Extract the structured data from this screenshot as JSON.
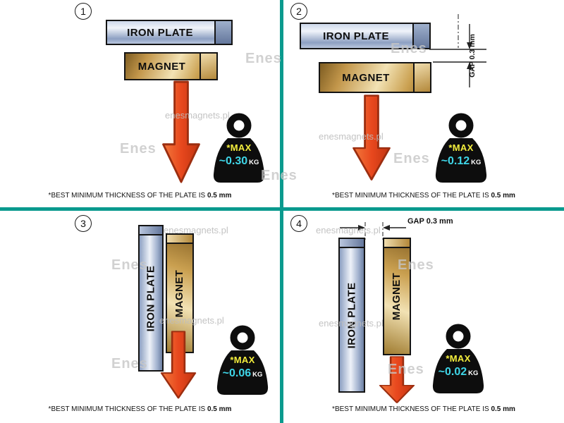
{
  "watermark": {
    "site": "enesmagnets.pl",
    "brand": "Enes"
  },
  "caption": {
    "text": "*BEST MINIMUM THICKNESS OF THE PLATE IS",
    "bold": "0.5 mm"
  },
  "labels": {
    "iron_plate": "IRON PLATE",
    "magnet": "MAGNET"
  },
  "max_label": "*MAX",
  "weight_unit": "KG",
  "gap": {
    "label": "GAP",
    "value": "0.3 mm"
  },
  "panels": [
    {
      "number": "1",
      "max_load": "~0.30"
    },
    {
      "number": "2",
      "max_load": "~0.12"
    },
    {
      "number": "3",
      "max_load": "~0.06"
    },
    {
      "number": "4",
      "max_load": "~0.02"
    }
  ],
  "colors": {
    "divider": "#0a9a8e",
    "arrow": "#e8481e",
    "weight_body": "#0d0d0d",
    "max_text": "#f5ef3d",
    "value_text": "#3fd6e8",
    "iron_plate": "#aabcd8",
    "magnet": "#d2a558"
  }
}
